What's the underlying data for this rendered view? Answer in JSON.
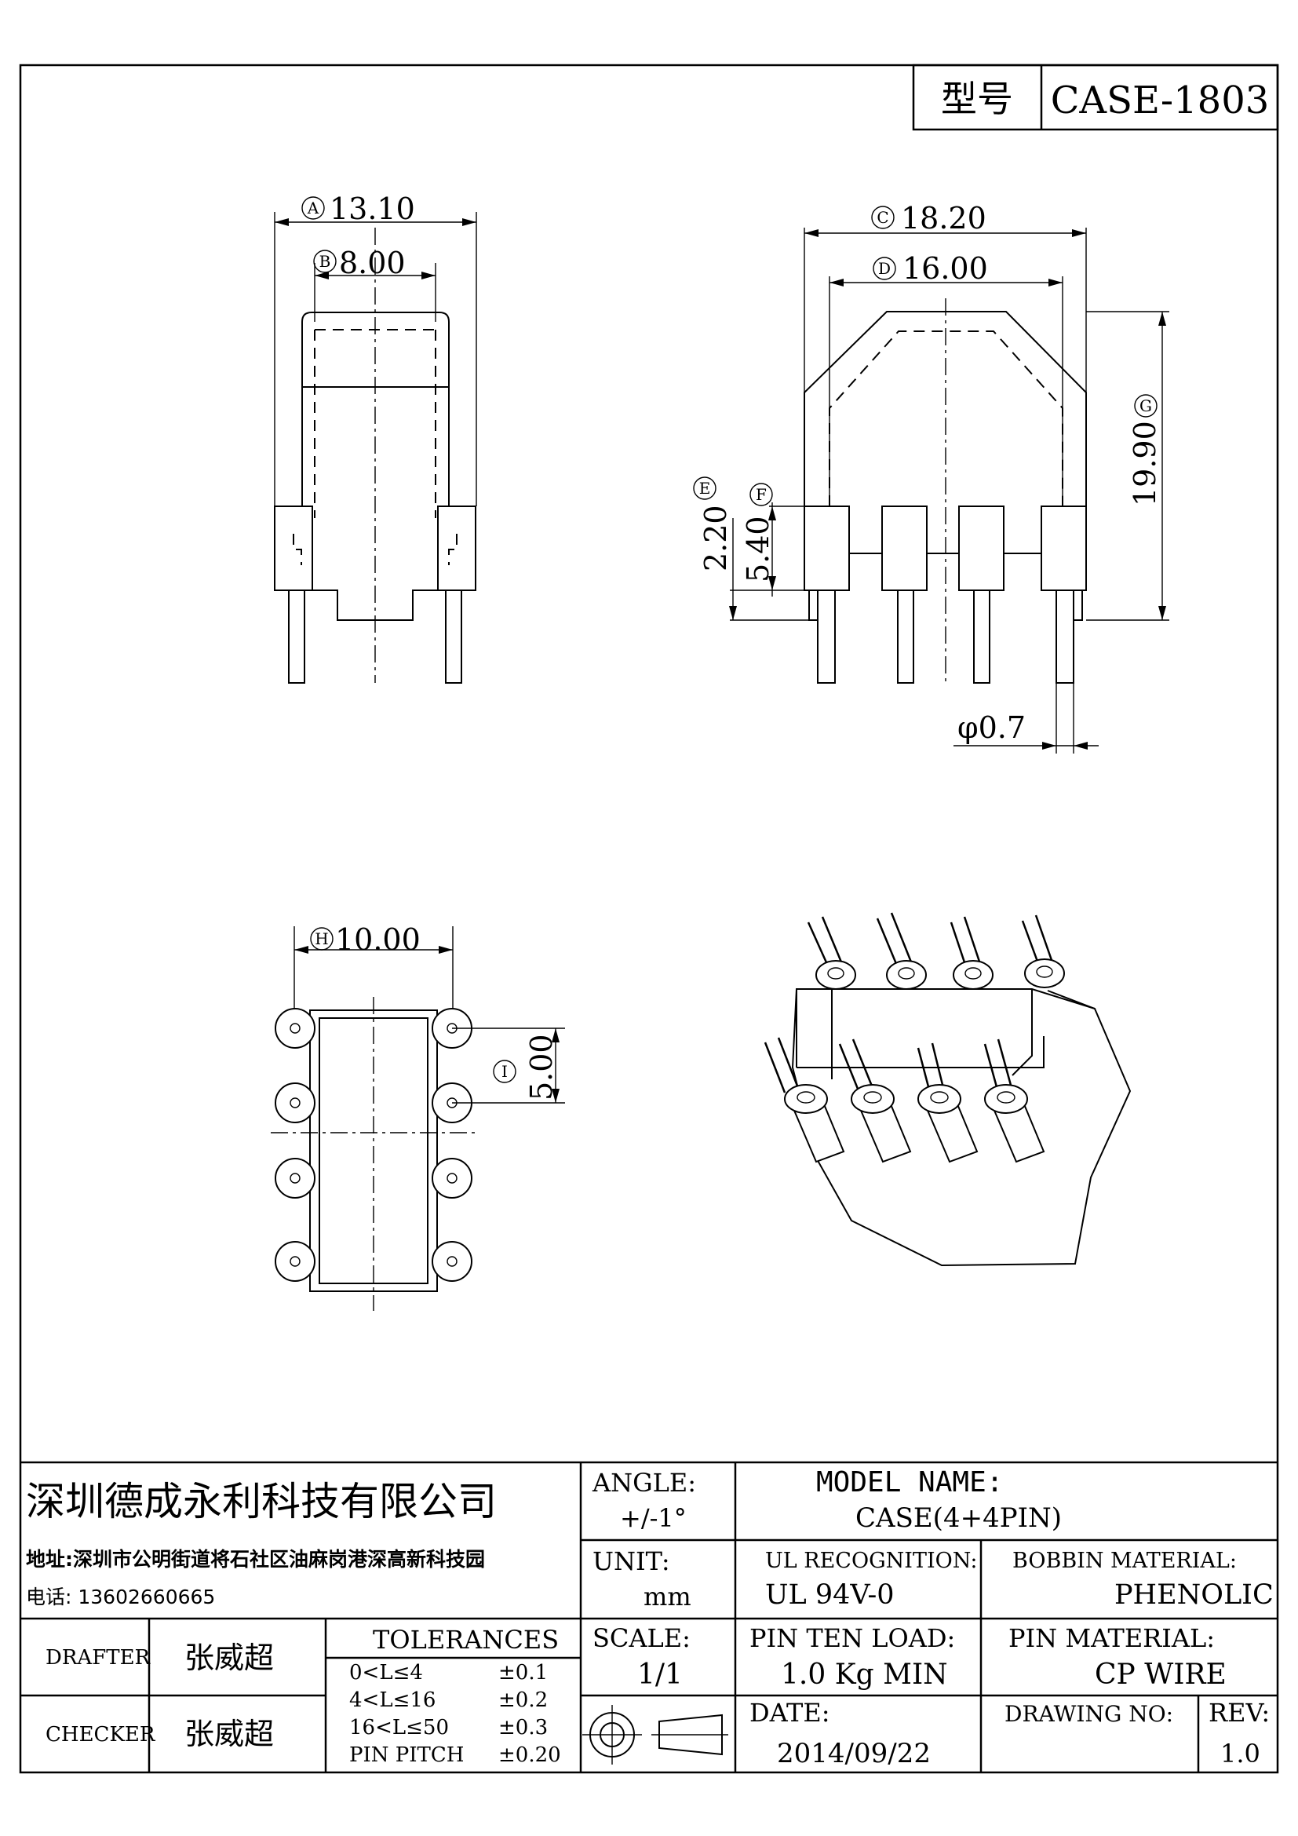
{
  "header": {
    "model_label": "型号",
    "model_value": "CASE-1803"
  },
  "dimensions": {
    "A": {
      "letter": "A",
      "value": "13.10"
    },
    "B": {
      "letter": "B",
      "value": "8.00"
    },
    "C": {
      "letter": "C",
      "value": "18.20"
    },
    "D": {
      "letter": "D",
      "value": "16.00"
    },
    "E": {
      "letter": "E",
      "value": "2.20"
    },
    "F": {
      "letter": "F",
      "value": "5.40"
    },
    "G": {
      "letter": "G",
      "value": "19.90"
    },
    "H": {
      "letter": "H",
      "value": "10.00"
    },
    "I": {
      "letter": "I",
      "value": "5.00"
    },
    "pin_dia": "φ0.7"
  },
  "title_block": {
    "company": "深圳德成永利科技有限公司",
    "address": "地址:深圳市公明街道将石社区油麻岗港深高新科技园",
    "phone": "电话: 13602660665",
    "angle_label": "ANGLE:",
    "angle_value": "+/-1°",
    "model_name_label": "MODEL NAME:",
    "model_name_value": "CASE(4+4PIN)",
    "unit_label": "UNIT:",
    "unit_value": "mm",
    "ul_label": "UL RECOGNITION:",
    "ul_value": "UL 94V-0",
    "bobbin_label": "BOBBIN MATERIAL:",
    "bobbin_value": "PHENOLIC",
    "drafter_label": "DRAFTER",
    "drafter_value": "张威超",
    "checker_label": "CHECKER",
    "checker_value": "张威超",
    "tolerances_label": "TOLERANCES",
    "tolerances": [
      {
        "range": "0<L≤4",
        "tol": "±0.1"
      },
      {
        "range": "4<L≤16",
        "tol": "±0.2"
      },
      {
        "range": "16<L≤50",
        "tol": "±0.3"
      },
      {
        "range": "PIN PITCH",
        "tol": "±0.20"
      }
    ],
    "scale_label": "SCALE:",
    "scale_value": "1/1",
    "pin_load_label": "PIN TEN LOAD:",
    "pin_load_value": "1.0 Kg MIN",
    "pin_material_label": "PIN MATERIAL:",
    "pin_material_value": "CP WIRE",
    "date_label": "DATE:",
    "date_value": "2014/09/22",
    "drawing_no_label": "DRAWING NO:",
    "rev_label": "REV:",
    "rev_value": "1.0"
  }
}
